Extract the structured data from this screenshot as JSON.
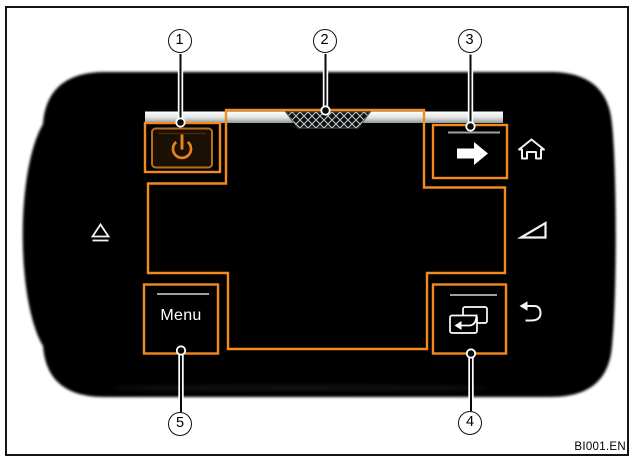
{
  "figure": {
    "label": "BI001.EN"
  },
  "device": {
    "menu_button_label": "Menu",
    "accent_color": "#f28a1d"
  },
  "callouts": [
    {
      "number": "1",
      "points_to": "power-button"
    },
    {
      "number": "2",
      "points_to": "touchscreen-display"
    },
    {
      "number": "3",
      "points_to": "forward-button"
    },
    {
      "number": "4",
      "points_to": "view-switch-button"
    },
    {
      "number": "5",
      "points_to": "menu-button"
    }
  ]
}
